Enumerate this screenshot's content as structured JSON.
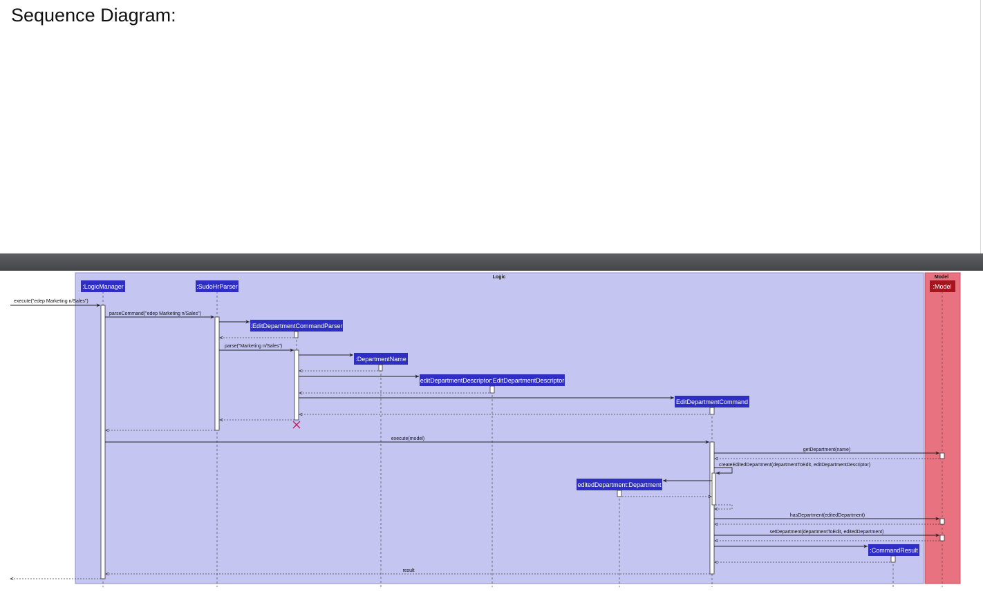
{
  "page": {
    "heading": "Sequence Diagram:"
  },
  "diagram": {
    "boxes": {
      "logic": "Logic",
      "model": "Model"
    },
    "participants": {
      "logic_manager": ":LogicManager",
      "sudohr_parser": ":SudoHrParser",
      "edit_department_command_parser": ":EditDepartmentCommandParser",
      "department_name": ":DepartmentName",
      "edit_department_descriptor": "editDepartmentDescriptor:EditDepartmentDescriptor",
      "edit_department_command": "EditDepartmentCommand",
      "edited_department": "editedDepartment:Department",
      "command_result": ":CommandResult",
      "model": ":Model"
    },
    "messages": {
      "execute_input": "execute(\"edep Marketing n/Sales\")",
      "parse_command": "parseCommand(\"edep Marketing n/Sales\")",
      "parse": "parse(\"Marketing n/Sales\")",
      "execute_model": "execute(model)",
      "get_department": "getDepartment(name)",
      "create_edited_department": "createEditedDepartment(departmentToEdit, editDepartmentDescriptor)",
      "has_department": "hasDepartment(editedDepartment)",
      "set_department": "setDepartment(departmentToEdit, editedDepartment)",
      "result": "result"
    },
    "colors": {
      "logic_box": "#c5c5f2",
      "model_box": "#e8727f",
      "participant": "#2e2ec4",
      "model_participant": "#a3161e",
      "destroy_mark": "#c2185b"
    }
  }
}
